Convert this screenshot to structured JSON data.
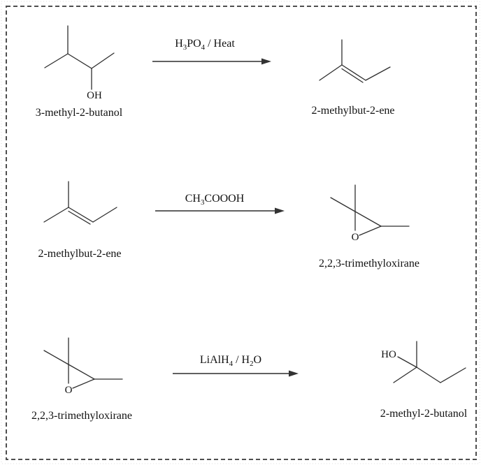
{
  "figure": {
    "background_color": "#ffffff",
    "border_color": "#4f4f4f",
    "bond_color": "#2e2e2e",
    "arrow_color": "#616161",
    "text_color": "#111111"
  },
  "reactions": [
    {
      "reactant_name": "3-methyl-2-butanol",
      "reactant_atom_label": "OH",
      "reagent_parts": [
        {
          "t": "H"
        },
        {
          "t": "3",
          "sub": true
        },
        {
          "t": "PO"
        },
        {
          "t": "4",
          "sub": true
        },
        {
          "t": " / Heat"
        }
      ],
      "product_name": "2-methylbut-2-ene"
    },
    {
      "reactant_name": "2-methylbut-2-ene",
      "reagent_parts": [
        {
          "t": "CH"
        },
        {
          "t": "3",
          "sub": true
        },
        {
          "t": "COOOH"
        }
      ],
      "product_name": "2,2,3-trimethyloxirane",
      "product_atom_label": "O"
    },
    {
      "reactant_name": "2,2,3-trimethyloxirane",
      "reactant_atom_label": "O",
      "reagent_parts": [
        {
          "t": "LiAlH"
        },
        {
          "t": "4",
          "sub": true
        },
        {
          "t": " / H"
        },
        {
          "t": "2",
          "sub": true
        },
        {
          "t": "O"
        }
      ],
      "product_name": "2-methyl-2-butanol",
      "product_atom_label": "HO"
    }
  ]
}
